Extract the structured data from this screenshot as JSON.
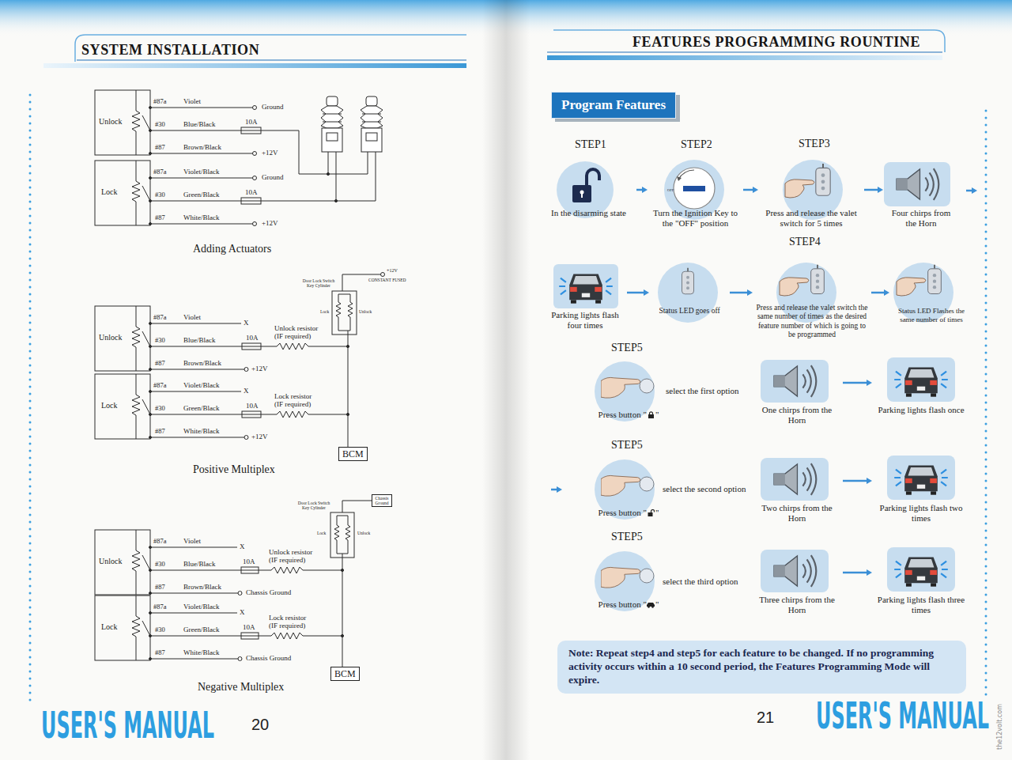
{
  "diagram": {
    "nodes": [
      {
        "text": [
          "BCM"
        ]
      },
      {
        "text": [
          "Chassis Ground"
        ]
      },
      {
        "text": [
          "BCM"
        ]
      },
      {
        "text": [
          "Program Features"
        ]
      },
      {
        "text": [
          "In the disarming state"
        ]
      },
      {
        "text": [
          "Turn the Ignition Key to the \"OFF\" position"
        ]
      },
      {
        "text": [
          "Press and release the valet switch for 5 times"
        ]
      },
      {
        "text": [
          "Four chirps from the Horn"
        ]
      },
      {
        "text": [
          "Parking lights flash four times"
        ]
      },
      {
        "text": [
          "Status LED goes off"
        ]
      },
      {
        "text": [
          "Press and release the valet switch the same number of times as the desired feature number of which is going to be programmed"
        ]
      },
      {
        "text": [
          "Status LED Flashes the same number of times"
        ]
      },
      {
        "text": [
          "Press button \"    \""
        ]
      },
      {
        "text": [
          "One chirps from the Horn"
        ]
      },
      {
        "text": [
          "Parking lights flash once"
        ]
      },
      {
        "text": [
          "Press button \"    \""
        ]
      },
      {
        "text": [
          "Two chirps from the Horn"
        ]
      },
      {
        "text": [
          "Parking lights flash two times"
        ]
      },
      {
        "text": [
          "Press button \"    \""
        ]
      },
      {
        "text": [
          "Three chirps from the Horn"
        ]
      },
      {
        "text": [
          "Parking lights flash three times"
        ]
      },
      {
        "text": [
          "Note: Repeat step4 and step5 for each feature to be changed. If no programming activity occurs within a 10 second period, the Features Programming Mode will expire."
        ]
      }
    ],
    "edges": [
      {
        "from": 4,
        "to": 5,
        "arrow": "to"
      },
      {
        "from": 5,
        "to": 6,
        "arrow": "to"
      },
      {
        "from": 6,
        "to": 7,
        "arrow": "to"
      },
      {
        "from": 8,
        "to": 9,
        "arrow": "to"
      },
      {
        "from": 9,
        "to": 10,
        "arrow": "to"
      },
      {
        "from": 10,
        "to": 11,
        "arrow": "to"
      },
      {
        "from": 13,
        "to": 14,
        "arrow": "to"
      },
      {
        "from": 16,
        "to": 17,
        "arrow": "to"
      },
      {
        "from": 19,
        "to": 20,
        "arrow": "to"
      }
    ],
    "labels": [
      "SYSTEM INSTALLATION",
      "Unlock",
      "#87a",
      "Violet",
      "Ground",
      "#30",
      "Blue/Black",
      "10A",
      "#87",
      "Brown/Black",
      "+12V",
      "Lock",
      "#87a",
      "Violet/Black",
      "Ground",
      "#30",
      "Green/Black",
      "10A",
      "#87",
      "White/Black",
      "+12V",
      "Adding Actuators",
      "+12V",
      "CONSTANT FUSED",
      "Door Lock Switch Key Cylinder",
      "Lock",
      "Unlock",
      "Unlock",
      "#87a",
      "Violet",
      "X",
      "Unlock resistor (IF required)",
      "#30",
      "Blue/Black",
      "10A",
      "#87",
      "Brown/Black",
      "+12V",
      "Lock",
      "#87a",
      "Violet/Black",
      "X",
      "Lock resistor (IF required)",
      "#30",
      "Green/Black",
      "10A",
      "#87",
      "White/Black",
      "+12V",
      "Positive Multiplex",
      "Door Lock Switch Key Cylinder",
      "Lock",
      "Unlock",
      "Unlock",
      "#87a",
      "Violet",
      "X",
      "Unlock resistor (IF required)",
      "#30",
      "Blue/Black",
      "10A",
      "#87",
      "Brown/Black",
      "Chassis Ground",
      "Lock",
      "#87a",
      "Violet/Black",
      "X",
      "Lock resistor (IF required)",
      "#30",
      "Green/Black",
      "10A",
      "#87",
      "White/Black",
      "Chassis Ground",
      "Negative Multiplex",
      "USER'S MANUAL",
      "20",
      "FEATURES PROGRAMMING ROUNTINE",
      "STEP1",
      "STEP2",
      "STEP3",
      "OFF",
      "STEP4",
      "STEP5",
      "select the first option",
      "STEP5",
      "select the second option",
      "STEP5",
      "select the third option",
      "21",
      "USER'S MANUAL",
      "the12volt.com"
    ]
  }
}
